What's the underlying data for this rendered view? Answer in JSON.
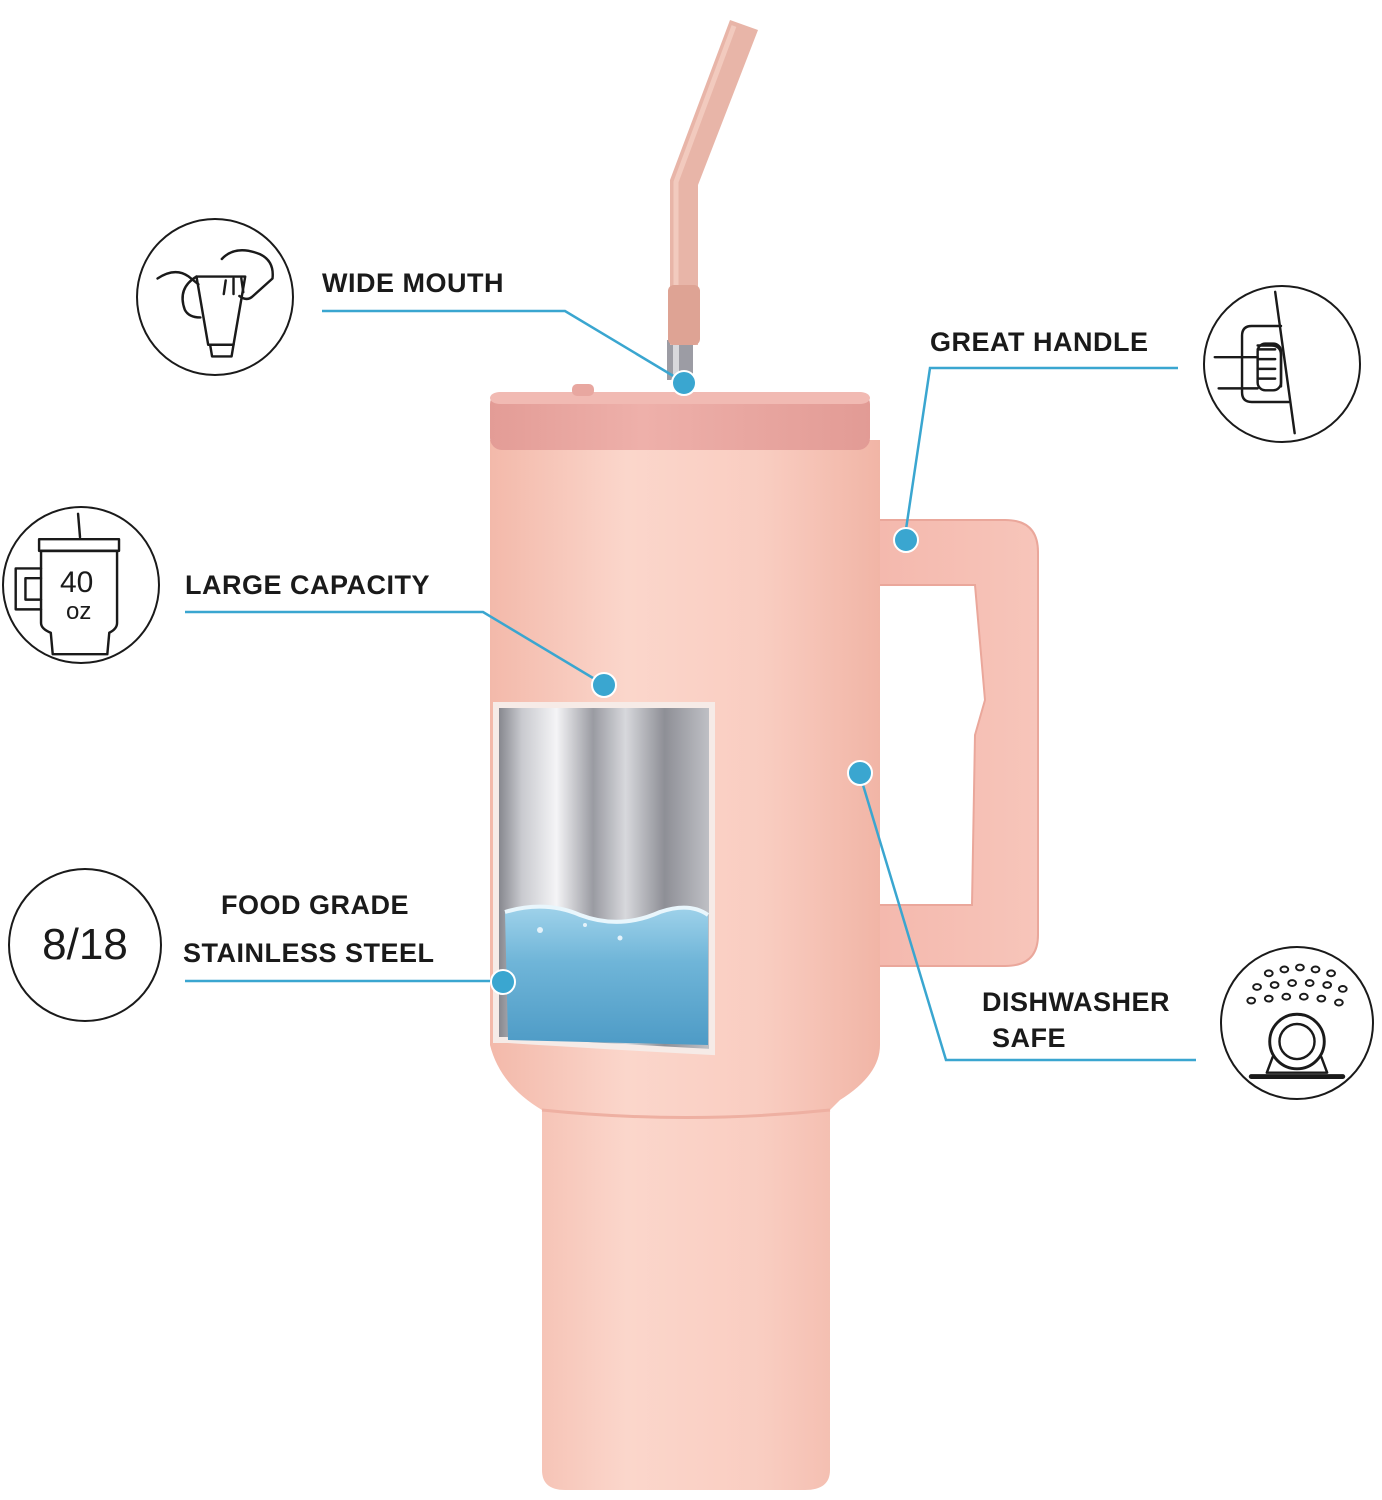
{
  "features": {
    "wide_mouth": {
      "label": "WIDE MOUTH"
    },
    "great_handle": {
      "label": "GREAT HANDLE"
    },
    "large_capacity": {
      "label": "LARGE CAPACITY",
      "icon_number": "40",
      "icon_unit": "oz"
    },
    "food_grade": {
      "label_line1": "FOOD GRADE",
      "label_line2": "STAINLESS STEEL",
      "icon_text": "8/18"
    },
    "dishwasher_safe": {
      "label_line1": "DISHWASHER",
      "label_line2": "SAFE"
    }
  },
  "colors": {
    "tumbler_pink": "#f8c9bd",
    "lid_pink": "#eaa9a4",
    "straw_pink": "#e8b5a8",
    "callout_blue": "#3aa6d0",
    "text": "#1a1a1a"
  },
  "icons": {
    "wide_mouth": "hand-cleaning-cup-icon",
    "great_handle": "hand-gripping-handle-icon",
    "large_capacity": "tumbler-capacity-icon",
    "food_grade": "steel-grade-badge-icon",
    "dishwasher_safe": "dishwasher-icon"
  }
}
